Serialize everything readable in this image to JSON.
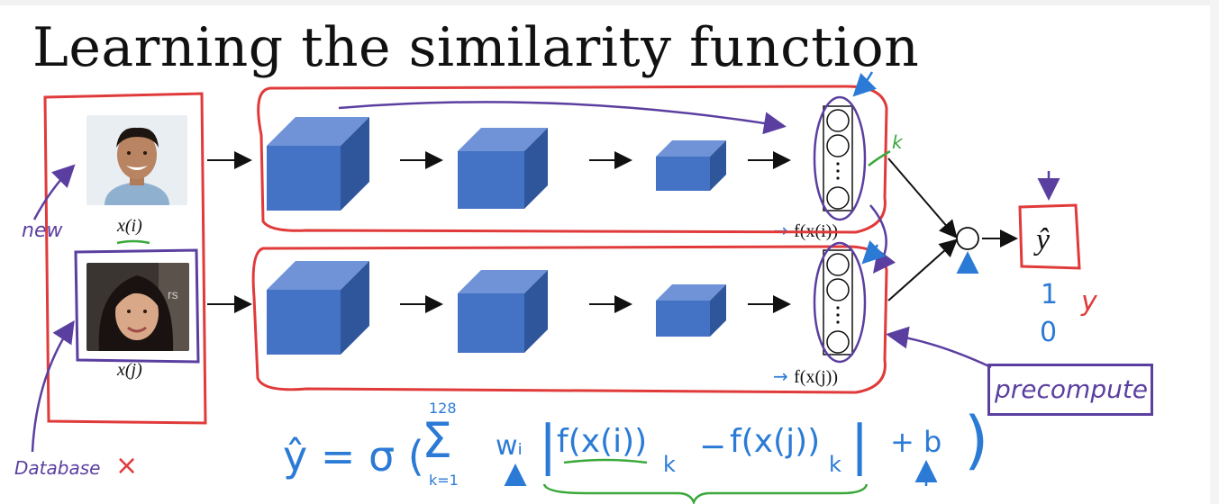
{
  "slide": {
    "title": "Learning the similarity function",
    "x_i_label": "x(i)",
    "x_j_label": "x(j)",
    "f_i_label": "f(x(i))",
    "f_j_label": "f(x(j))",
    "output_label": "ŷ"
  },
  "annotations": {
    "new": "new",
    "database": "Database",
    "database_mark": "×",
    "k": "k",
    "precompute": "precompute",
    "one": "1",
    "zero": "0",
    "y": "y"
  },
  "formula": {
    "lhs": "ŷ = σ (",
    "sum_top": "128",
    "sum_symbol": "Σ",
    "sum_bottom": "k=1",
    "weight": "wᵢ",
    "abs_open": "|",
    "term1": "f(x(i))",
    "term1_sub": "k",
    "minus": "−",
    "term2": "f(x(j))",
    "term2_sub": "k",
    "abs_close": "|",
    "bias": "+ b",
    "close": ")"
  },
  "colors": {
    "blue_block_front": "#4472c4",
    "blue_block_top": "#6f93d6",
    "blue_block_side": "#2f559b",
    "red_pen": "#e03a3a",
    "purple_pen": "#5b3fa0",
    "blue_pen": "#2b7bd6",
    "green_pen": "#3aa83a"
  }
}
